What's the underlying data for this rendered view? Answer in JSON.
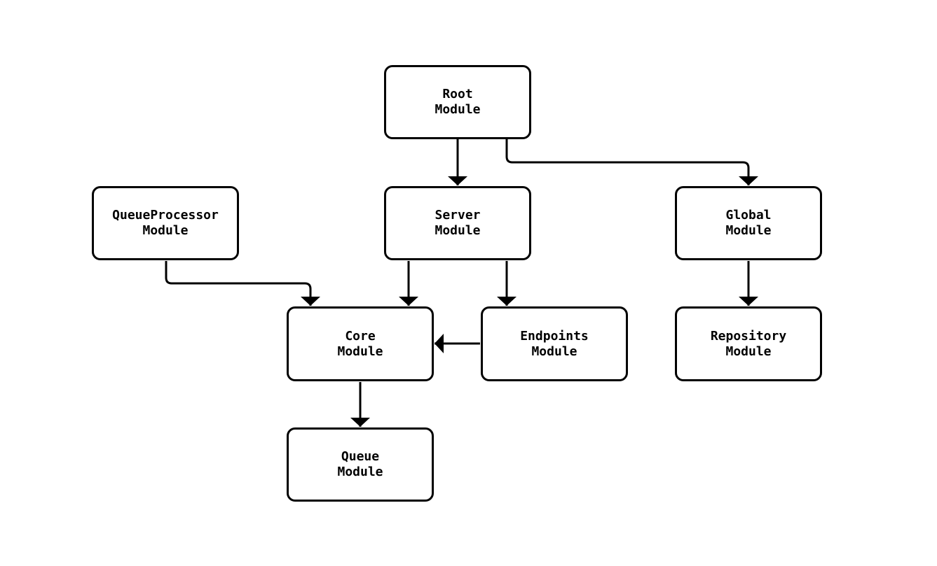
{
  "diagram": {
    "type": "module-dependency-flowchart",
    "background_color": "#ffffff",
    "node_fill_color": "#ffffff",
    "stroke_color": "#000000",
    "nodes": [
      {
        "id": "root",
        "label": "Root\nModule"
      },
      {
        "id": "queueprocessor",
        "label": "QueueProcessor\nModule"
      },
      {
        "id": "server",
        "label": "Server\nModule"
      },
      {
        "id": "global",
        "label": "Global\nModule"
      },
      {
        "id": "core",
        "label": "Core\nModule"
      },
      {
        "id": "endpoints",
        "label": "Endpoints\nModule"
      },
      {
        "id": "repository",
        "label": "Repository\nModule"
      },
      {
        "id": "queue",
        "label": "Queue\nModule"
      }
    ],
    "edges": [
      {
        "from": "Root Module",
        "to": "Server Module"
      },
      {
        "from": "Root Module",
        "to": "Global Module"
      },
      {
        "from": "QueueProcessor Module",
        "to": "Core Module"
      },
      {
        "from": "Server Module",
        "to": "Core Module"
      },
      {
        "from": "Server Module",
        "to": "Endpoints Module"
      },
      {
        "from": "Endpoints Module",
        "to": "Core Module"
      },
      {
        "from": "Global Module",
        "to": "Repository Module"
      },
      {
        "from": "Core Module",
        "to": "Queue Module"
      }
    ]
  }
}
